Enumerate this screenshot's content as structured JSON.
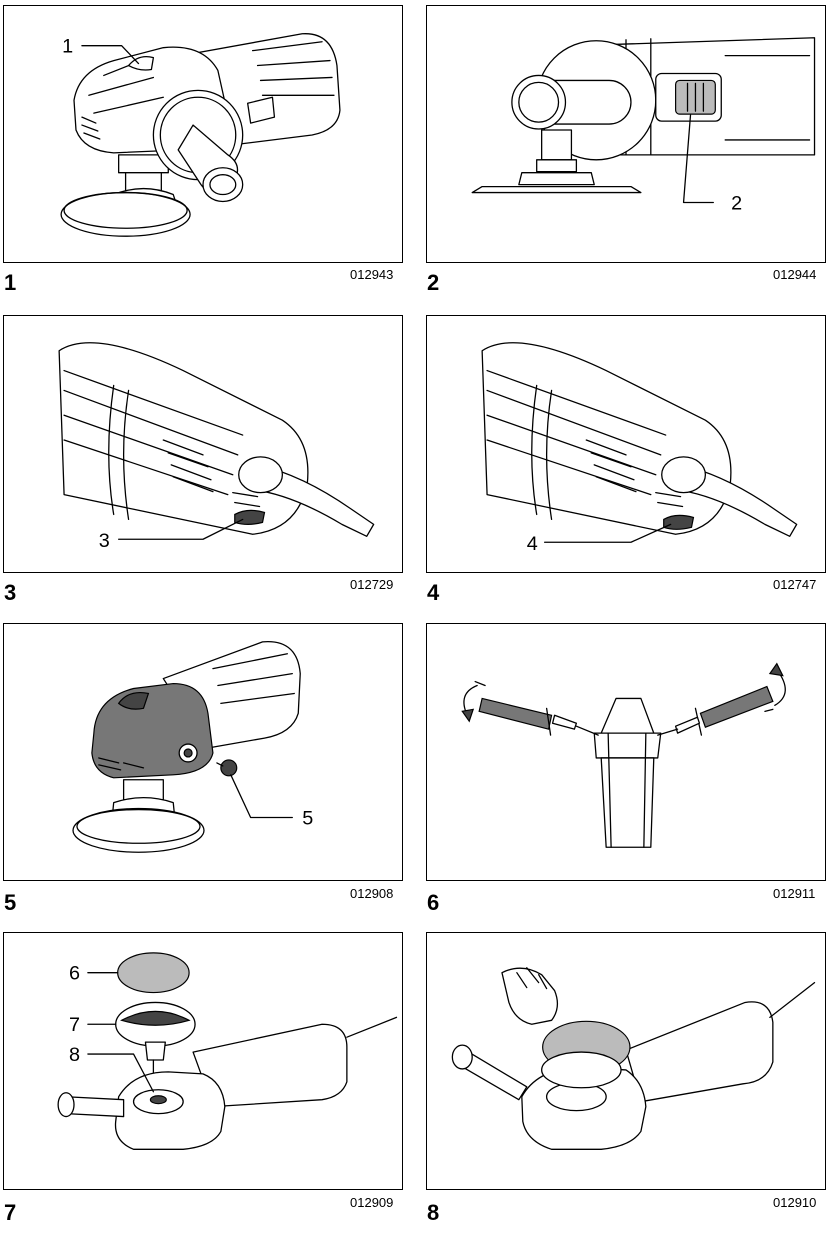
{
  "figures": [
    {
      "number": "1",
      "code": "012943",
      "callouts": [
        "1"
      ]
    },
    {
      "number": "2",
      "code": "012944",
      "callouts": [
        "2"
      ]
    },
    {
      "number": "3",
      "code": "012729",
      "callouts": [
        "3"
      ]
    },
    {
      "number": "4",
      "code": "012747",
      "callouts": [
        "4"
      ]
    },
    {
      "number": "5",
      "code": "012908",
      "callouts": [
        "5"
      ]
    },
    {
      "number": "6",
      "code": "012911",
      "callouts": []
    },
    {
      "number": "7",
      "code": "012909",
      "callouts": [
        "6",
        "7",
        "8"
      ]
    },
    {
      "number": "8",
      "code": "012910",
      "callouts": []
    }
  ]
}
